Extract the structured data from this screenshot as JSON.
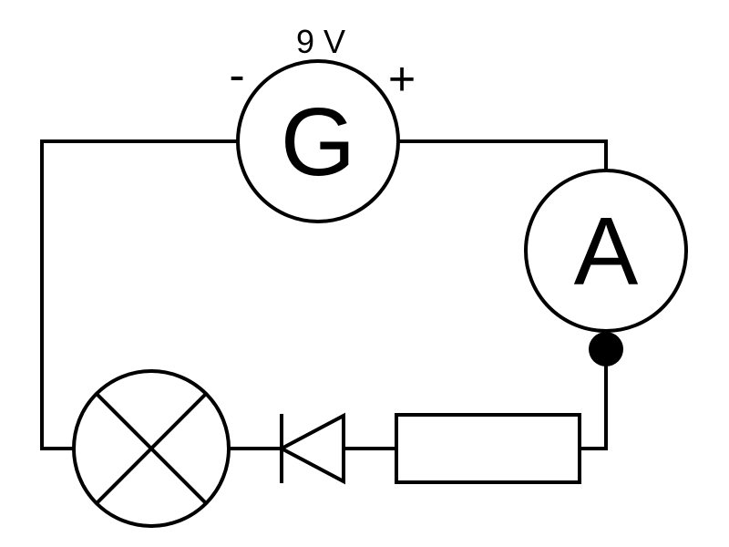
{
  "components": {
    "generator": {
      "symbol": "G",
      "voltage_label": "9 V",
      "negative_label": "-",
      "positive_label": "+"
    },
    "ammeter": {
      "symbol": "A"
    },
    "lamp": {},
    "diode": {},
    "resistor": {},
    "junction": {}
  },
  "colors": {
    "stroke": "#000000",
    "background": "#ffffff"
  }
}
